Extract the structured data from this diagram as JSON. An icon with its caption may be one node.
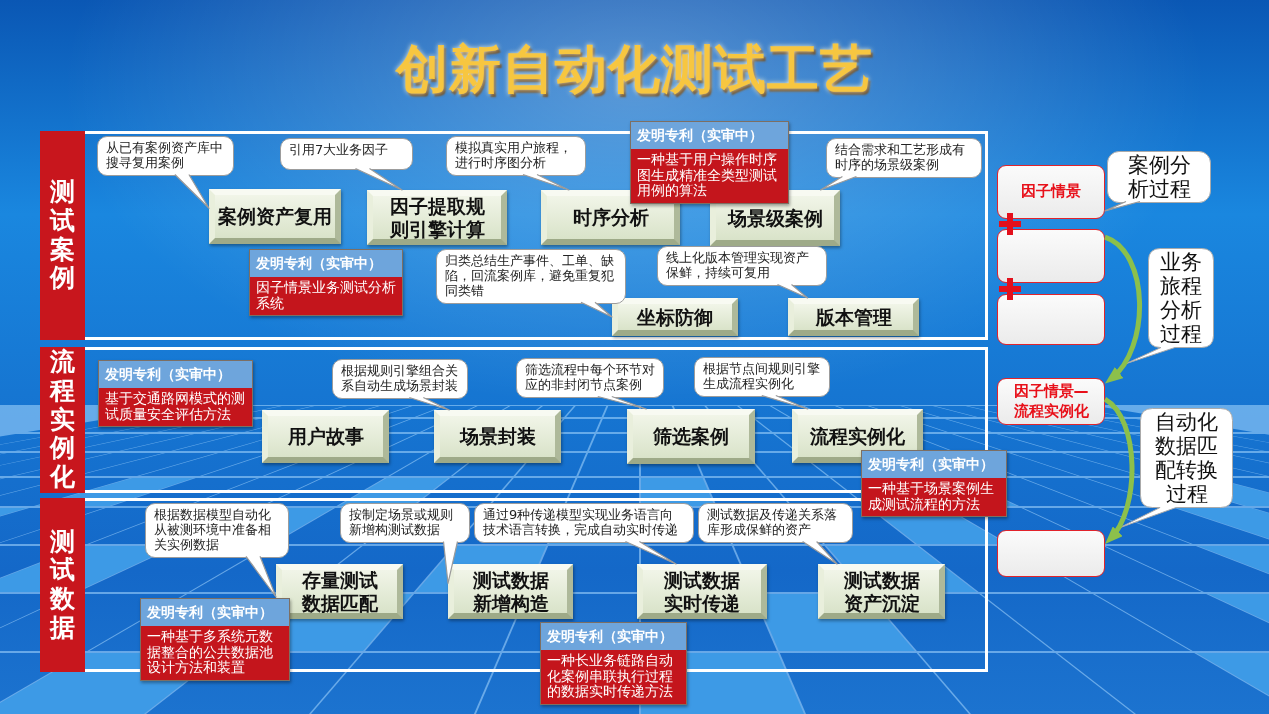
{
  "diagram": {
    "title": "创新自动化测试工艺",
    "nodes": [
      {
        "text": [
          "测试案例"
        ]
      },
      {
        "text": [
          "从已有案例资产库中搜寻复用案例"
        ],
        "in": 0
      },
      {
        "text": [
          "引用7大业务因子"
        ],
        "in": 0
      },
      {
        "text": [
          "模拟真实用户旅程，进行时序图分析"
        ],
        "in": 0
      },
      {
        "text": [
          "发明专利（实审中）",
          "一种基于用户操作时序图生成精准全类型测试用例的算法"
        ]
      },
      {
        "text": [
          "结合需求和工艺形成有时序的场景级案例"
        ],
        "in": 0
      },
      {
        "text": [
          "案例资产复用"
        ],
        "in": 0
      },
      {
        "text": [
          "因子提取规则引擎计算"
        ],
        "in": 0
      },
      {
        "text": [
          "时序分析"
        ],
        "in": 0
      },
      {
        "text": [
          "场景级案例"
        ],
        "in": 0
      },
      {
        "text": [
          "发明专利（实审中）",
          "因子情景业务测试分析系统"
        ],
        "in": 0
      },
      {
        "text": [
          "归类总结生产事件、工单、缺陷，回流案例库，避免重复犯同类错"
        ],
        "in": 0
      },
      {
        "text": [
          "线上化版本管理实现资产保鲜，持续可复用"
        ],
        "in": 0
      },
      {
        "text": [
          "坐标防御"
        ],
        "in": 0
      },
      {
        "text": [
          "版本管理"
        ],
        "in": 0
      },
      {
        "text": [
          "流程实例化"
        ]
      },
      {
        "text": [
          "发明专利（实审中）",
          "基于交通路网模式的测试质量安全评估方法"
        ],
        "in": 15
      },
      {
        "text": [
          "根据规则引擎组合关系自动生成场景封装"
        ],
        "in": 15
      },
      {
        "text": [
          "筛选流程中每个环节对应的非封闭节点案例"
        ],
        "in": 15
      },
      {
        "text": [
          "根据节点间规则引擎生成流程实例化"
        ],
        "in": 15
      },
      {
        "text": [
          "用户故事"
        ],
        "in": 15
      },
      {
        "text": [
          "场景封装"
        ],
        "in": 15
      },
      {
        "text": [
          "筛选案例"
        ],
        "in": 15
      },
      {
        "text": [
          "流程实例化"
        ],
        "in": 15
      },
      {
        "text": [
          "发明专利（实审中）",
          "一种基于场景案例生成测试流程的方法"
        ]
      },
      {
        "text": [
          "测试数据"
        ]
      },
      {
        "text": [
          "根据数据模型自动化从被测环境中准备相关实例数据"
        ],
        "in": 25
      },
      {
        "text": [
          "按制定场景或规则新增构测试数据"
        ],
        "in": 25
      },
      {
        "text": [
          "通过9种传递模型实现业务语言向技术语言转换，完成自动实时传递"
        ],
        "in": 25
      },
      {
        "text": [
          "测试数据及传递关系落库形成保鲜的资产"
        ],
        "in": 25
      },
      {
        "text": [
          "存量测试数据匹配"
        ],
        "in": 25
      },
      {
        "text": [
          "测试数据新增构造"
        ],
        "in": 25
      },
      {
        "text": [
          "测试数据实时传递"
        ],
        "in": 25
      },
      {
        "text": [
          "测试数据资产沉淀"
        ],
        "in": 25
      },
      {
        "text": [
          "发明专利（实审中）",
          "一种基于多系统元数据整合的公共数据池设计方法和装置"
        ]
      },
      {
        "text": [
          "发明专利（实审中）",
          "一种长业务链路自动化案例串联执行过程的数据实时传递方法"
        ]
      },
      {
        "text": [
          "因子情景"
        ]
      },
      {
        "text": [
          "案例分析过程"
        ]
      },
      {
        "text": [],
        "shape": "box"
      },
      {
        "text": [
          "业务旅程分析过程"
        ]
      },
      {
        "text": [],
        "shape": "box"
      },
      {
        "text": [
          "因子情景—流程实例化"
        ]
      },
      {
        "text": [
          "自动化数据匹配转换过程"
        ]
      },
      {
        "text": [],
        "shape": "box"
      }
    ],
    "edges": [
      {
        "from": 1,
        "to": 6,
        "arrow": "none"
      },
      {
        "from": 2,
        "to": 7,
        "arrow": "none"
      },
      {
        "from": 3,
        "to": 8,
        "arrow": "none"
      },
      {
        "from": 5,
        "to": 9,
        "arrow": "none"
      },
      {
        "from": 11,
        "to": 13,
        "arrow": "none"
      },
      {
        "from": 12,
        "to": 14,
        "arrow": "none"
      },
      {
        "from": 17,
        "to": 21,
        "arrow": "none"
      },
      {
        "from": 18,
        "to": 22,
        "arrow": "none"
      },
      {
        "from": 19,
        "to": 23,
        "arrow": "none"
      },
      {
        "from": 26,
        "to": 30,
        "arrow": "none"
      },
      {
        "from": 27,
        "to": 31,
        "arrow": "none"
      },
      {
        "from": 28,
        "to": 32,
        "arrow": "none"
      },
      {
        "from": 29,
        "to": 33,
        "arrow": "none"
      },
      {
        "from": 37,
        "to": 36,
        "arrow": "none"
      },
      {
        "from": 38,
        "to": 41,
        "arrow": "to",
        "style": "thick",
        "color": "#8cc04b"
      },
      {
        "from": 41,
        "to": 43,
        "arrow": "to",
        "style": "thick",
        "color": "#8cc04b"
      }
    ]
  }
}
